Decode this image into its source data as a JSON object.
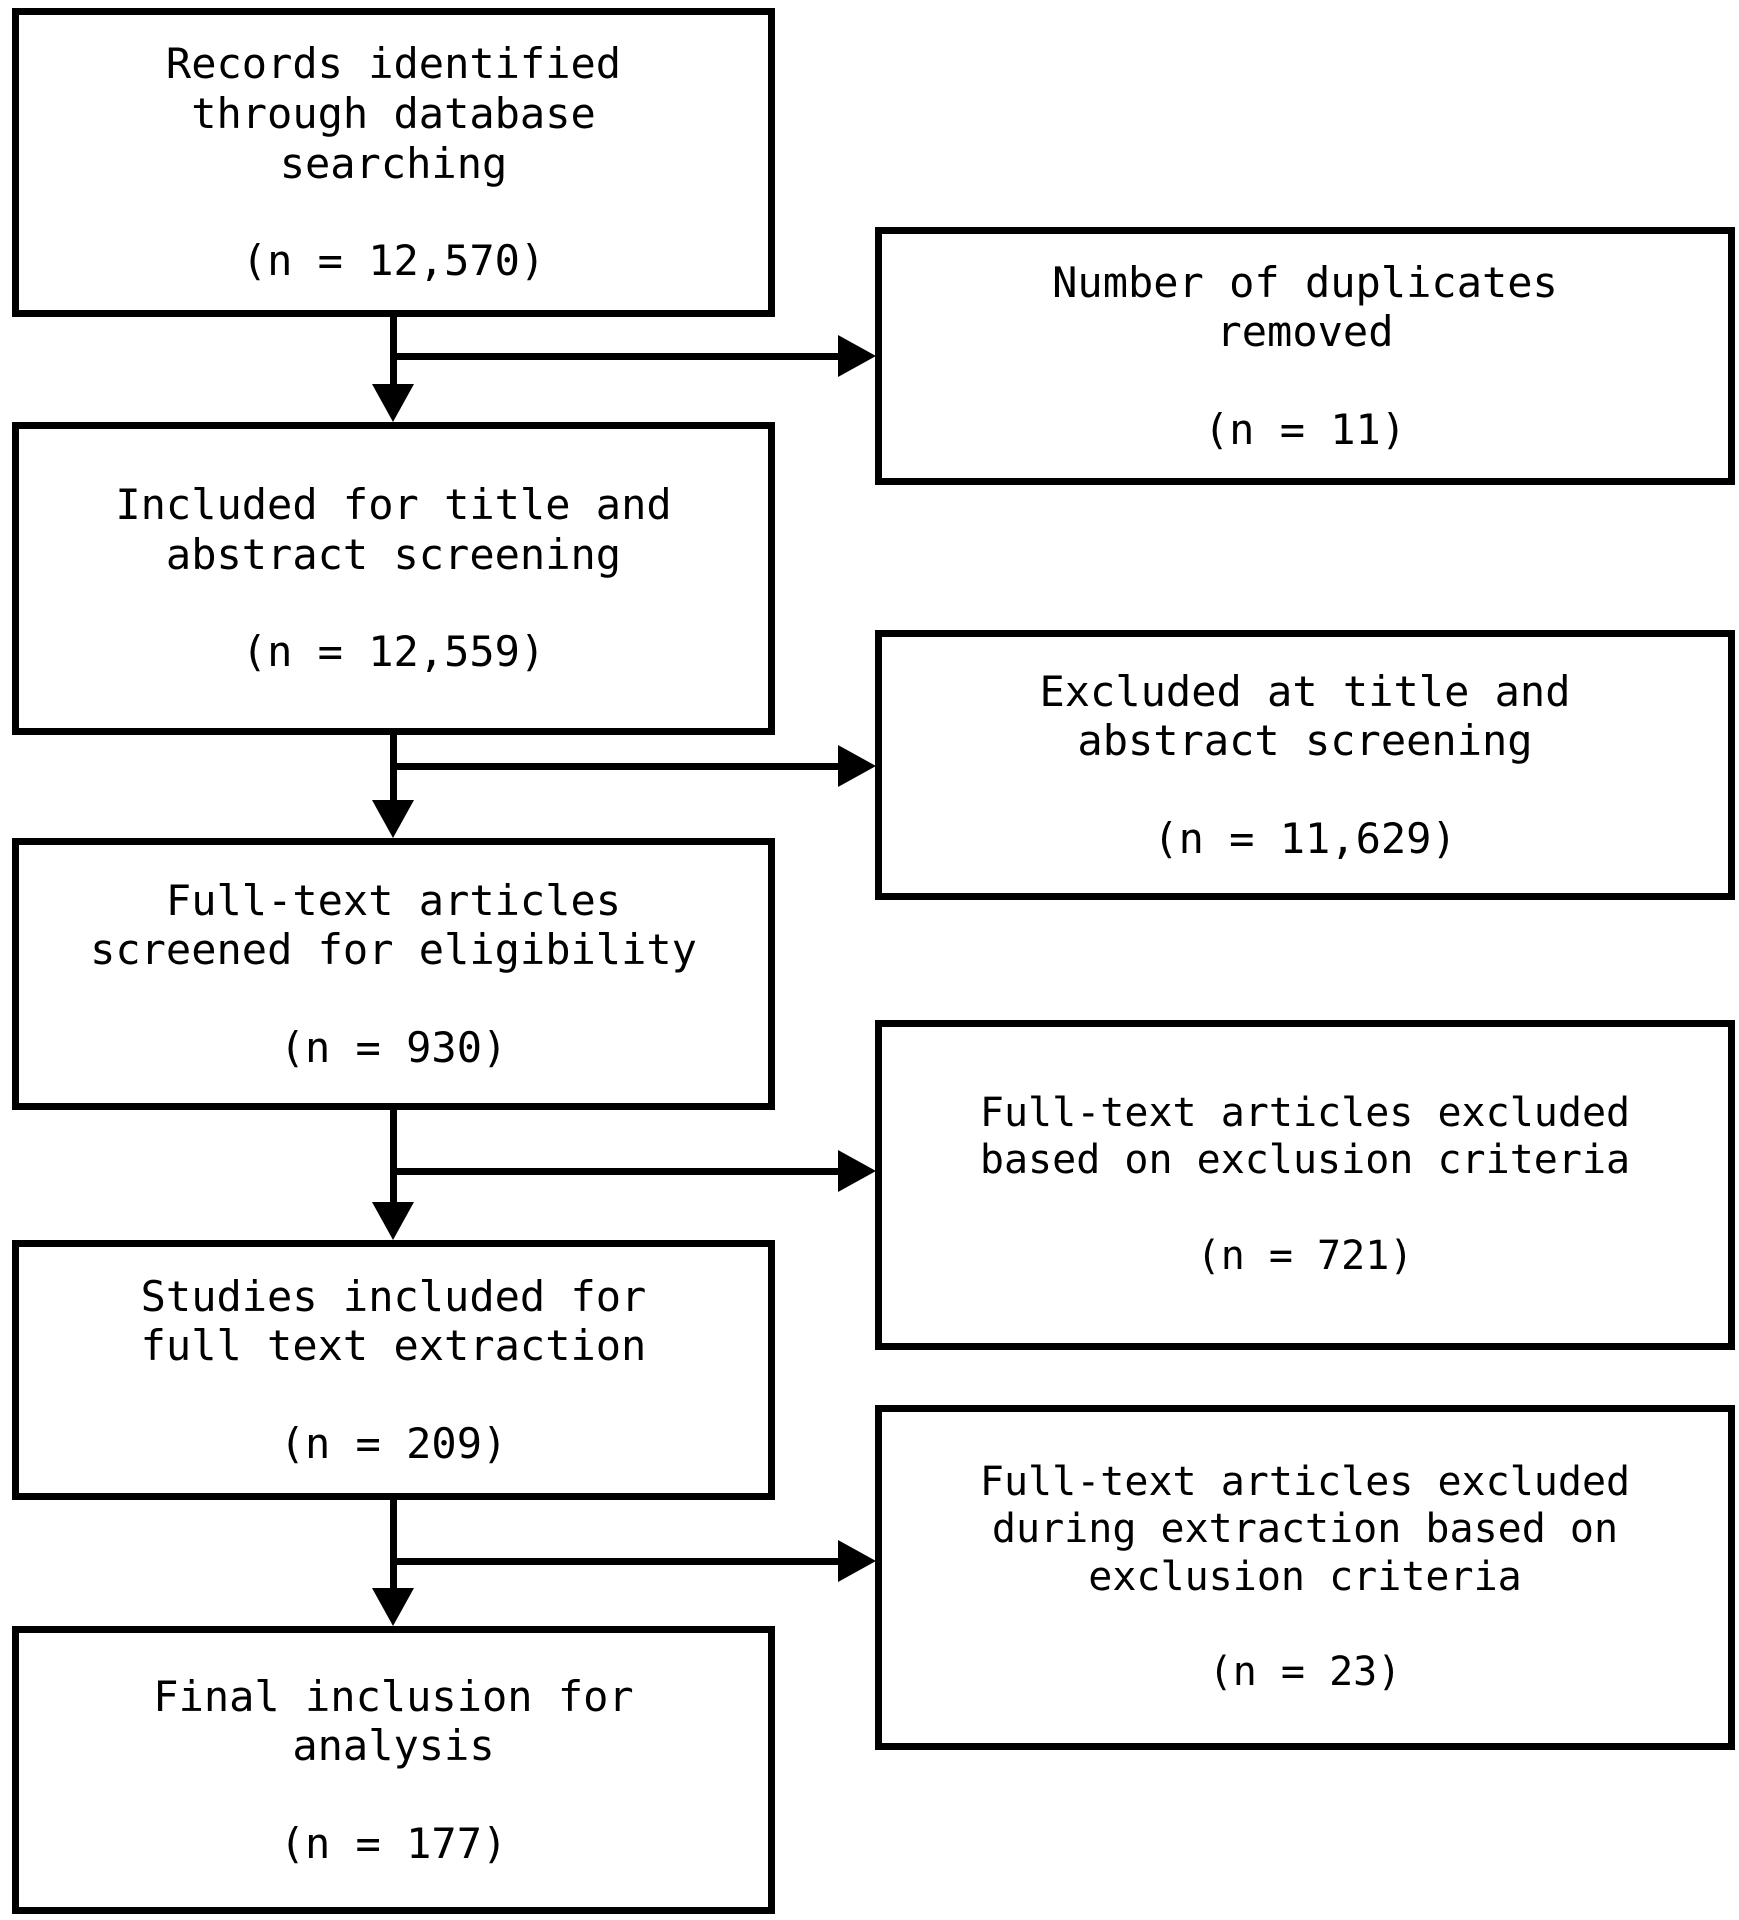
{
  "diagram": {
    "type": "prisma-flow-diagram",
    "orientation": "vertical-with-side-exclusions",
    "background_color": "#ffffff",
    "line_color": "#000000",
    "text_color": "#000000",
    "main_flow": [
      {
        "id": "records-identified",
        "title": "Records identified\nthrough database\nsearching",
        "count": "(n = 12,570)",
        "n": 12570
      },
      {
        "id": "included-title-abstract",
        "title": "Included for title and\nabstract screening",
        "count": "(n = 12,559)",
        "n": 12559
      },
      {
        "id": "fulltext-screened",
        "title": "Full-text articles\nscreened for eligibility",
        "count": "(n = 930)",
        "n": 930
      },
      {
        "id": "studies-included-extraction",
        "title": "Studies included for\nfull text extraction",
        "count": "(n = 209)",
        "n": 209
      },
      {
        "id": "final-inclusion",
        "title": "Final inclusion for\nanalysis",
        "count": "(n = 177)",
        "n": 177
      }
    ],
    "exclusions": [
      {
        "id": "duplicates-removed",
        "title": "Number of duplicates\nremoved",
        "count": "(n = 11)",
        "n": 11
      },
      {
        "id": "excluded-title-abstract",
        "title": "Excluded at title and\nabstract screening",
        "count": "(n = 11,629)",
        "n": 11629
      },
      {
        "id": "fulltext-excluded-criteria",
        "title": "Full-text articles excluded\nbased on exclusion criteria",
        "count": "(n = 721)",
        "n": 721
      },
      {
        "id": "fulltext-excluded-extraction",
        "title": "Full-text articles excluded\nduring extraction based on\nexclusion criteria",
        "count": "(n = 23)",
        "n": 23
      }
    ]
  }
}
